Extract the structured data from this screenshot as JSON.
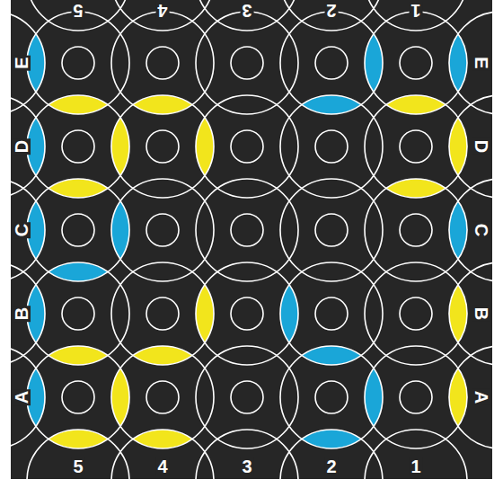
{
  "diagram": {
    "labels": [
      "5",
      "4",
      "3",
      "2",
      "1",
      "E",
      "D",
      "C",
      "B",
      "A",
      "E",
      "D",
      "C",
      "B",
      "A",
      "5",
      "4",
      "3",
      "2",
      "1"
    ]
  }
}
